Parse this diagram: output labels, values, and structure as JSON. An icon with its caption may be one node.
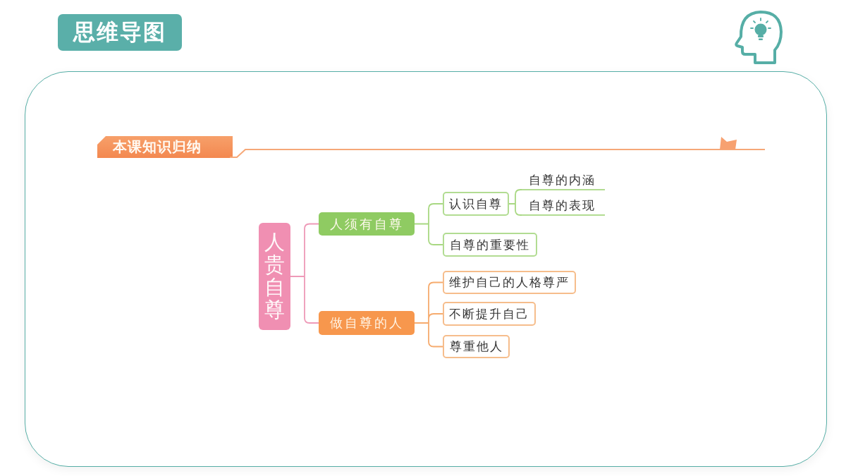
{
  "diagram": {
    "title": "思维导图",
    "nodes": [
      {
        "text": [
          "人贵自尊"
        ]
      },
      {
        "text": [
          "人须有自尊"
        ]
      },
      {
        "text": [
          "做自尊的人"
        ]
      },
      {
        "text": [
          "认识自尊"
        ]
      },
      {
        "text": [
          "自尊的重要性"
        ]
      },
      {
        "text": [
          "自尊的内涵"
        ]
      },
      {
        "text": [
          "自尊的表现"
        ]
      },
      {
        "text": [
          "维护自己的人格尊严"
        ]
      },
      {
        "text": [
          "不断提升自己"
        ]
      },
      {
        "text": [
          "尊重他人"
        ]
      }
    ],
    "edges": [
      {
        "from": 0,
        "to": 1,
        "arrow": "none",
        "color": "#ee9ab8"
      },
      {
        "from": 0,
        "to": 2,
        "arrow": "none",
        "color": "#ee9ab8"
      },
      {
        "from": 1,
        "to": 3,
        "arrow": "none"
      },
      {
        "from": 1,
        "to": 4,
        "arrow": "none"
      },
      {
        "from": 3,
        "to": 5,
        "arrow": "none"
      },
      {
        "from": 3,
        "to": 6,
        "arrow": "none"
      },
      {
        "from": 2,
        "to": 7,
        "arrow": "none",
        "color": "#f6ab6e"
      },
      {
        "from": 2,
        "to": 8,
        "arrow": "none",
        "color": "#f6ab6e"
      },
      {
        "from": 2,
        "to": 9,
        "arrow": "none",
        "color": "#f6ab6e"
      }
    ],
    "labels": [
      "本课知识归纳"
    ]
  }
}
